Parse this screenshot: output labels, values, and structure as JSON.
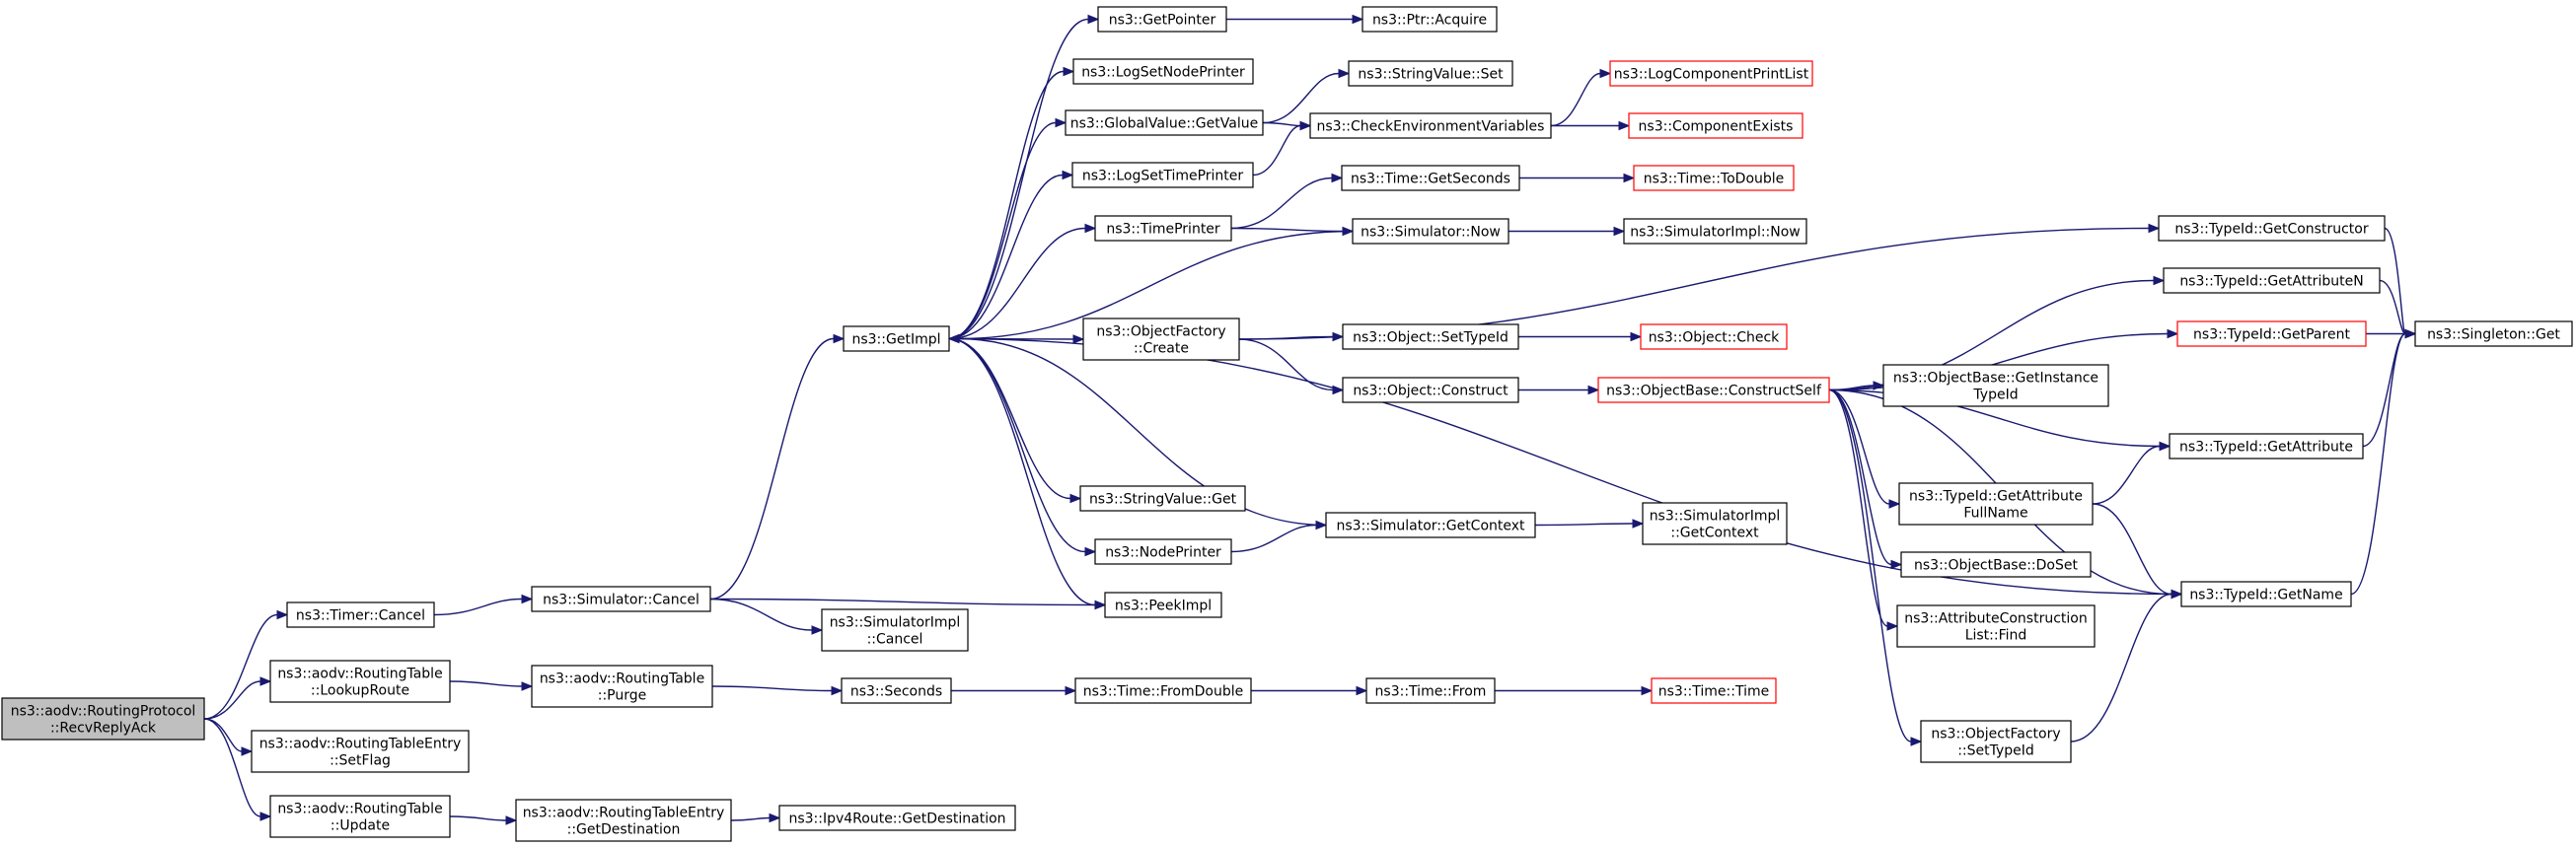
{
  "colors": {
    "edge": "#191970",
    "border_default": "#000000",
    "border_truncated": "#ff0000",
    "root_fill": "#bfbfbf",
    "node_fill": "#ffffff"
  },
  "nodes": [
    {
      "id": "root",
      "lines": [
        "ns3::aodv::RoutingProtocol",
        "::RecvReplyAck"
      ],
      "style": "root"
    },
    {
      "id": "timer_cancel",
      "lines": [
        "ns3::Timer::Cancel"
      ],
      "style": "normal"
    },
    {
      "id": "lookup_route",
      "lines": [
        "ns3::aodv::RoutingTable",
        "::LookupRoute"
      ],
      "style": "normal"
    },
    {
      "id": "set_flag",
      "lines": [
        "ns3::aodv::RoutingTableEntry",
        "::SetFlag"
      ],
      "style": "normal"
    },
    {
      "id": "rt_update",
      "lines": [
        "ns3::aodv::RoutingTable",
        "::Update"
      ],
      "style": "normal"
    },
    {
      "id": "sim_cancel",
      "lines": [
        "ns3::Simulator::Cancel"
      ],
      "style": "normal"
    },
    {
      "id": "rt_purge",
      "lines": [
        "ns3::aodv::RoutingTable",
        "::Purge"
      ],
      "style": "normal"
    },
    {
      "id": "rte_getdest",
      "lines": [
        "ns3::aodv::RoutingTableEntry",
        "::GetDestination"
      ],
      "style": "normal"
    },
    {
      "id": "getimpl",
      "lines": [
        "ns3::GetImpl"
      ],
      "style": "normal"
    },
    {
      "id": "simimpl_cancel",
      "lines": [
        "ns3::SimulatorImpl",
        "::Cancel"
      ],
      "style": "normal"
    },
    {
      "id": "seconds",
      "lines": [
        "ns3::Seconds"
      ],
      "style": "normal"
    },
    {
      "id": "ipv4_getdest",
      "lines": [
        "ns3::Ipv4Route::GetDestination"
      ],
      "style": "normal"
    },
    {
      "id": "getpointer",
      "lines": [
        "ns3::GetPointer"
      ],
      "style": "normal"
    },
    {
      "id": "logsetnode",
      "lines": [
        "ns3::LogSetNodePrinter"
      ],
      "style": "normal"
    },
    {
      "id": "gv_getvalue",
      "lines": [
        "ns3::GlobalValue::GetValue"
      ],
      "style": "normal"
    },
    {
      "id": "logsettime",
      "lines": [
        "ns3::LogSetTimePrinter"
      ],
      "style": "normal"
    },
    {
      "id": "timeprinter",
      "lines": [
        "ns3::TimePrinter"
      ],
      "style": "normal"
    },
    {
      "id": "of_create",
      "lines": [
        "ns3::ObjectFactory",
        "::Create"
      ],
      "style": "normal"
    },
    {
      "id": "sv_get",
      "lines": [
        "ns3::StringValue::Get"
      ],
      "style": "normal"
    },
    {
      "id": "nodeprinter",
      "lines": [
        "ns3::NodePrinter"
      ],
      "style": "normal"
    },
    {
      "id": "peekimpl",
      "lines": [
        "ns3::PeekImpl"
      ],
      "style": "normal"
    },
    {
      "id": "time_fromdouble",
      "lines": [
        "ns3::Time::FromDouble"
      ],
      "style": "normal"
    },
    {
      "id": "ptr_acquire",
      "lines": [
        "ns3::Ptr::Acquire"
      ],
      "style": "normal"
    },
    {
      "id": "sv_set",
      "lines": [
        "ns3::StringValue::Set"
      ],
      "style": "normal"
    },
    {
      "id": "checkenv",
      "lines": [
        "ns3::CheckEnvironmentVariables"
      ],
      "style": "normal"
    },
    {
      "id": "time_getseconds",
      "lines": [
        "ns3::Time::GetSeconds"
      ],
      "style": "normal"
    },
    {
      "id": "sim_now",
      "lines": [
        "ns3::Simulator::Now"
      ],
      "style": "normal"
    },
    {
      "id": "obj_settypeid",
      "lines": [
        "ns3::Object::SetTypeId"
      ],
      "style": "normal"
    },
    {
      "id": "obj_construct",
      "lines": [
        "ns3::Object::Construct"
      ],
      "style": "normal"
    },
    {
      "id": "sim_getcontext",
      "lines": [
        "ns3::Simulator::GetContext"
      ],
      "style": "normal"
    },
    {
      "id": "time_from",
      "lines": [
        "ns3::Time::From"
      ],
      "style": "normal"
    },
    {
      "id": "logcomp_printlist",
      "lines": [
        "ns3::LogComponentPrintList"
      ],
      "style": "truncated"
    },
    {
      "id": "comp_exists",
      "lines": [
        "ns3::ComponentExists"
      ],
      "style": "truncated"
    },
    {
      "id": "time_todouble",
      "lines": [
        "ns3::Time::ToDouble"
      ],
      "style": "truncated"
    },
    {
      "id": "simimpl_now",
      "lines": [
        "ns3::SimulatorImpl::Now"
      ],
      "style": "normal"
    },
    {
      "id": "obj_check",
      "lines": [
        "ns3::Object::Check"
      ],
      "style": "truncated"
    },
    {
      "id": "ob_constructself",
      "lines": [
        "ns3::ObjectBase::ConstructSelf"
      ],
      "style": "truncated"
    },
    {
      "id": "simimpl_getcontext",
      "lines": [
        "ns3::SimulatorImpl",
        "::GetContext"
      ],
      "style": "normal"
    },
    {
      "id": "time_time",
      "lines": [
        "ns3::Time::Time"
      ],
      "style": "truncated"
    },
    {
      "id": "ob_getinstancetypeid",
      "lines": [
        "ns3::ObjectBase::GetInstance",
        "TypeId"
      ],
      "style": "normal"
    },
    {
      "id": "tid_getattrfullname",
      "lines": [
        "ns3::TypeId::GetAttribute",
        "FullName"
      ],
      "style": "normal"
    },
    {
      "id": "ob_doset",
      "lines": [
        "ns3::ObjectBase::DoSet"
      ],
      "style": "normal"
    },
    {
      "id": "acl_find",
      "lines": [
        "ns3::AttributeConstruction",
        "List::Find"
      ],
      "style": "normal"
    },
    {
      "id": "of_settypeid",
      "lines": [
        "ns3::ObjectFactory",
        "::SetTypeId"
      ],
      "style": "normal"
    },
    {
      "id": "tid_getconstructor",
      "lines": [
        "ns3::TypeId::GetConstructor"
      ],
      "style": "normal"
    },
    {
      "id": "tid_getattributen",
      "lines": [
        "ns3::TypeId::GetAttributeN"
      ],
      "style": "normal"
    },
    {
      "id": "tid_getparent",
      "lines": [
        "ns3::TypeId::GetParent"
      ],
      "style": "truncated"
    },
    {
      "id": "tid_getattribute",
      "lines": [
        "ns3::TypeId::GetAttribute"
      ],
      "style": "normal"
    },
    {
      "id": "tid_getname",
      "lines": [
        "ns3::TypeId::GetName"
      ],
      "style": "normal"
    },
    {
      "id": "singleton_get",
      "lines": [
        "ns3::Singleton::Get"
      ],
      "style": "normal"
    }
  ],
  "edges": [
    {
      "from": "root",
      "to": "timer_cancel"
    },
    {
      "from": "root",
      "to": "lookup_route"
    },
    {
      "from": "root",
      "to": "set_flag"
    },
    {
      "from": "root",
      "to": "rt_update"
    },
    {
      "from": "timer_cancel",
      "to": "sim_cancel"
    },
    {
      "from": "lookup_route",
      "to": "rt_purge"
    },
    {
      "from": "rt_update",
      "to": "rte_getdest"
    },
    {
      "from": "sim_cancel",
      "to": "getimpl"
    },
    {
      "from": "sim_cancel",
      "to": "simimpl_cancel"
    },
    {
      "from": "sim_cancel",
      "to": "peekimpl"
    },
    {
      "from": "rt_purge",
      "to": "seconds"
    },
    {
      "from": "rte_getdest",
      "to": "ipv4_getdest"
    },
    {
      "from": "seconds",
      "to": "time_fromdouble"
    },
    {
      "from": "time_fromdouble",
      "to": "time_from"
    },
    {
      "from": "time_from",
      "to": "time_time"
    },
    {
      "from": "getimpl",
      "to": "getpointer"
    },
    {
      "from": "getimpl",
      "to": "logsetnode"
    },
    {
      "from": "getimpl",
      "to": "gv_getvalue"
    },
    {
      "from": "getimpl",
      "to": "logsettime"
    },
    {
      "from": "getimpl",
      "to": "timeprinter"
    },
    {
      "from": "getimpl",
      "to": "of_create"
    },
    {
      "from": "getimpl",
      "to": "sv_get"
    },
    {
      "from": "getimpl",
      "to": "nodeprinter"
    },
    {
      "from": "getimpl",
      "to": "peekimpl"
    },
    {
      "from": "getimpl",
      "to": "tid_getname"
    },
    {
      "from": "getpointer",
      "to": "ptr_acquire"
    },
    {
      "from": "gv_getvalue",
      "to": "sv_set"
    },
    {
      "from": "gv_getvalue",
      "to": "checkenv"
    },
    {
      "from": "checkenv",
      "to": "logcomp_printlist"
    },
    {
      "from": "checkenv",
      "to": "comp_exists"
    },
    {
      "from": "logsettime",
      "to": "checkenv"
    },
    {
      "from": "timeprinter",
      "to": "time_getseconds"
    },
    {
      "from": "timeprinter",
      "to": "sim_now"
    },
    {
      "from": "time_getseconds",
      "to": "time_todouble"
    },
    {
      "from": "sim_now",
      "to": "getimpl"
    },
    {
      "from": "sim_now",
      "to": "simimpl_now"
    },
    {
      "from": "of_create",
      "to": "obj_settypeid"
    },
    {
      "from": "of_create",
      "to": "obj_construct"
    },
    {
      "from": "of_create",
      "to": "tid_getconstructor"
    },
    {
      "from": "obj_settypeid",
      "to": "obj_check"
    },
    {
      "from": "obj_construct",
      "to": "ob_constructself"
    },
    {
      "from": "nodeprinter",
      "to": "sim_getcontext"
    },
    {
      "from": "sim_getcontext",
      "to": "getimpl"
    },
    {
      "from": "sim_getcontext",
      "to": "simimpl_getcontext"
    },
    {
      "from": "ob_constructself",
      "to": "tid_getattributen"
    },
    {
      "from": "ob_constructself",
      "to": "tid_getparent"
    },
    {
      "from": "ob_constructself",
      "to": "ob_getinstancetypeid"
    },
    {
      "from": "ob_constructself",
      "to": "tid_getattribute"
    },
    {
      "from": "ob_constructself",
      "to": "tid_getattrfullname"
    },
    {
      "from": "ob_constructself",
      "to": "ob_doset"
    },
    {
      "from": "ob_constructself",
      "to": "acl_find"
    },
    {
      "from": "ob_constructself",
      "to": "of_settypeid"
    },
    {
      "from": "ob_constructself",
      "to": "tid_getname"
    },
    {
      "from": "tid_getparent",
      "to": "singleton_get"
    },
    {
      "from": "tid_getattributen",
      "to": "singleton_get"
    },
    {
      "from": "tid_getconstructor",
      "to": "singleton_get"
    },
    {
      "from": "tid_getattribute",
      "to": "singleton_get"
    },
    {
      "from": "tid_getattrfullname",
      "to": "tid_getattribute"
    },
    {
      "from": "tid_getattrfullname",
      "to": "tid_getname"
    },
    {
      "from": "tid_getname",
      "to": "singleton_get"
    },
    {
      "from": "of_settypeid",
      "to": "tid_getname"
    }
  ]
}
